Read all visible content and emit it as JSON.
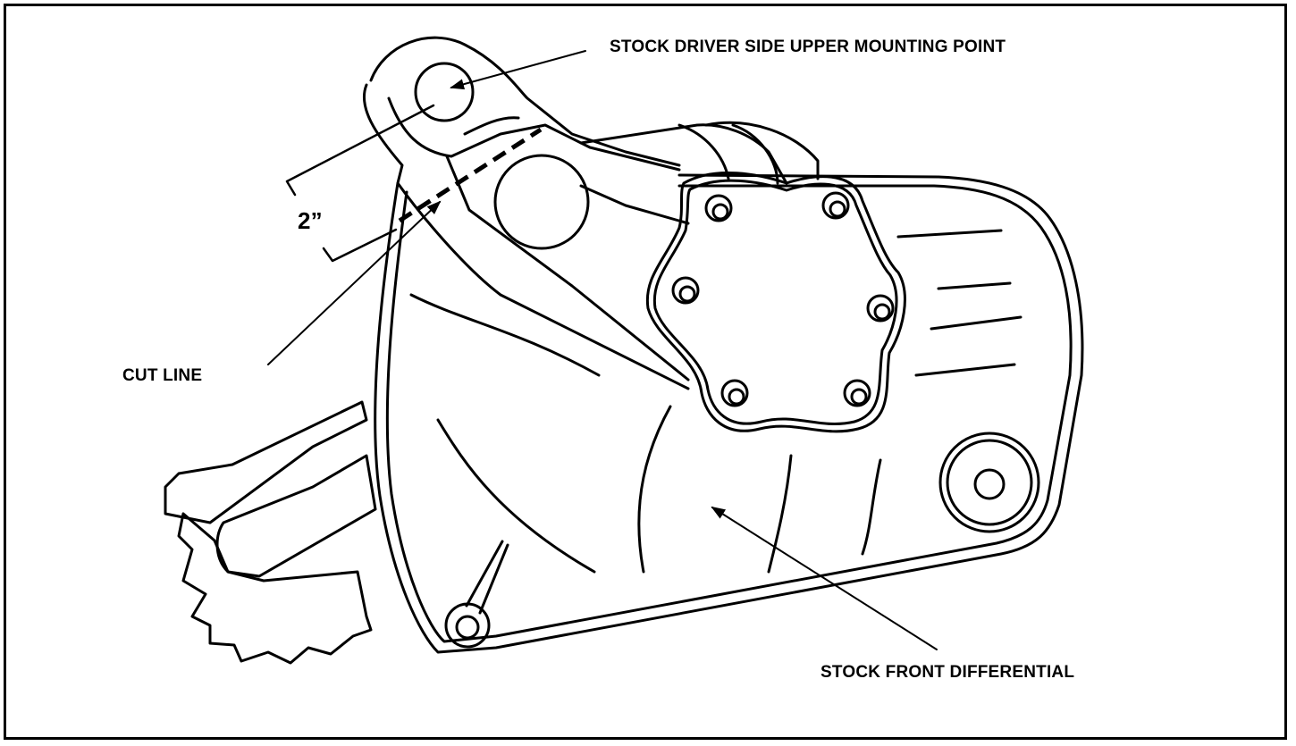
{
  "figure": {
    "labels": {
      "upper_mount": "STOCK DRIVER SIDE UPPER MOUNTING POINT",
      "dimension": "2”",
      "cut_line": "CUT LINE",
      "differential": "STOCK FRONT DIFFERENTIAL"
    },
    "colors": {
      "line": "#000000",
      "background": "#ffffff"
    }
  }
}
